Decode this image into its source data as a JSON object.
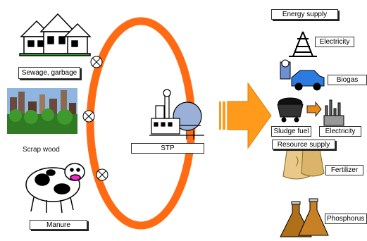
{
  "sources": {
    "sewage": "Sewage, garbage",
    "wood": "Scrap wood",
    "manure": "Manure"
  },
  "center": {
    "stp": "STP"
  },
  "outputs": {
    "energy_supply": "Energy supply",
    "electricity_1": "Electricity",
    "biogas": "Biogas",
    "sludge_fuel": "Sludge fuel",
    "electricity_2": "Electricity",
    "resource_supply": "Resource supply",
    "fertilizer": "Fertilizer",
    "phosphorus": "Phosphorus"
  },
  "colors": {
    "loop": "#FF6A13",
    "arrow": "#FF9A1A",
    "arrow_edge": "#E07A00"
  }
}
